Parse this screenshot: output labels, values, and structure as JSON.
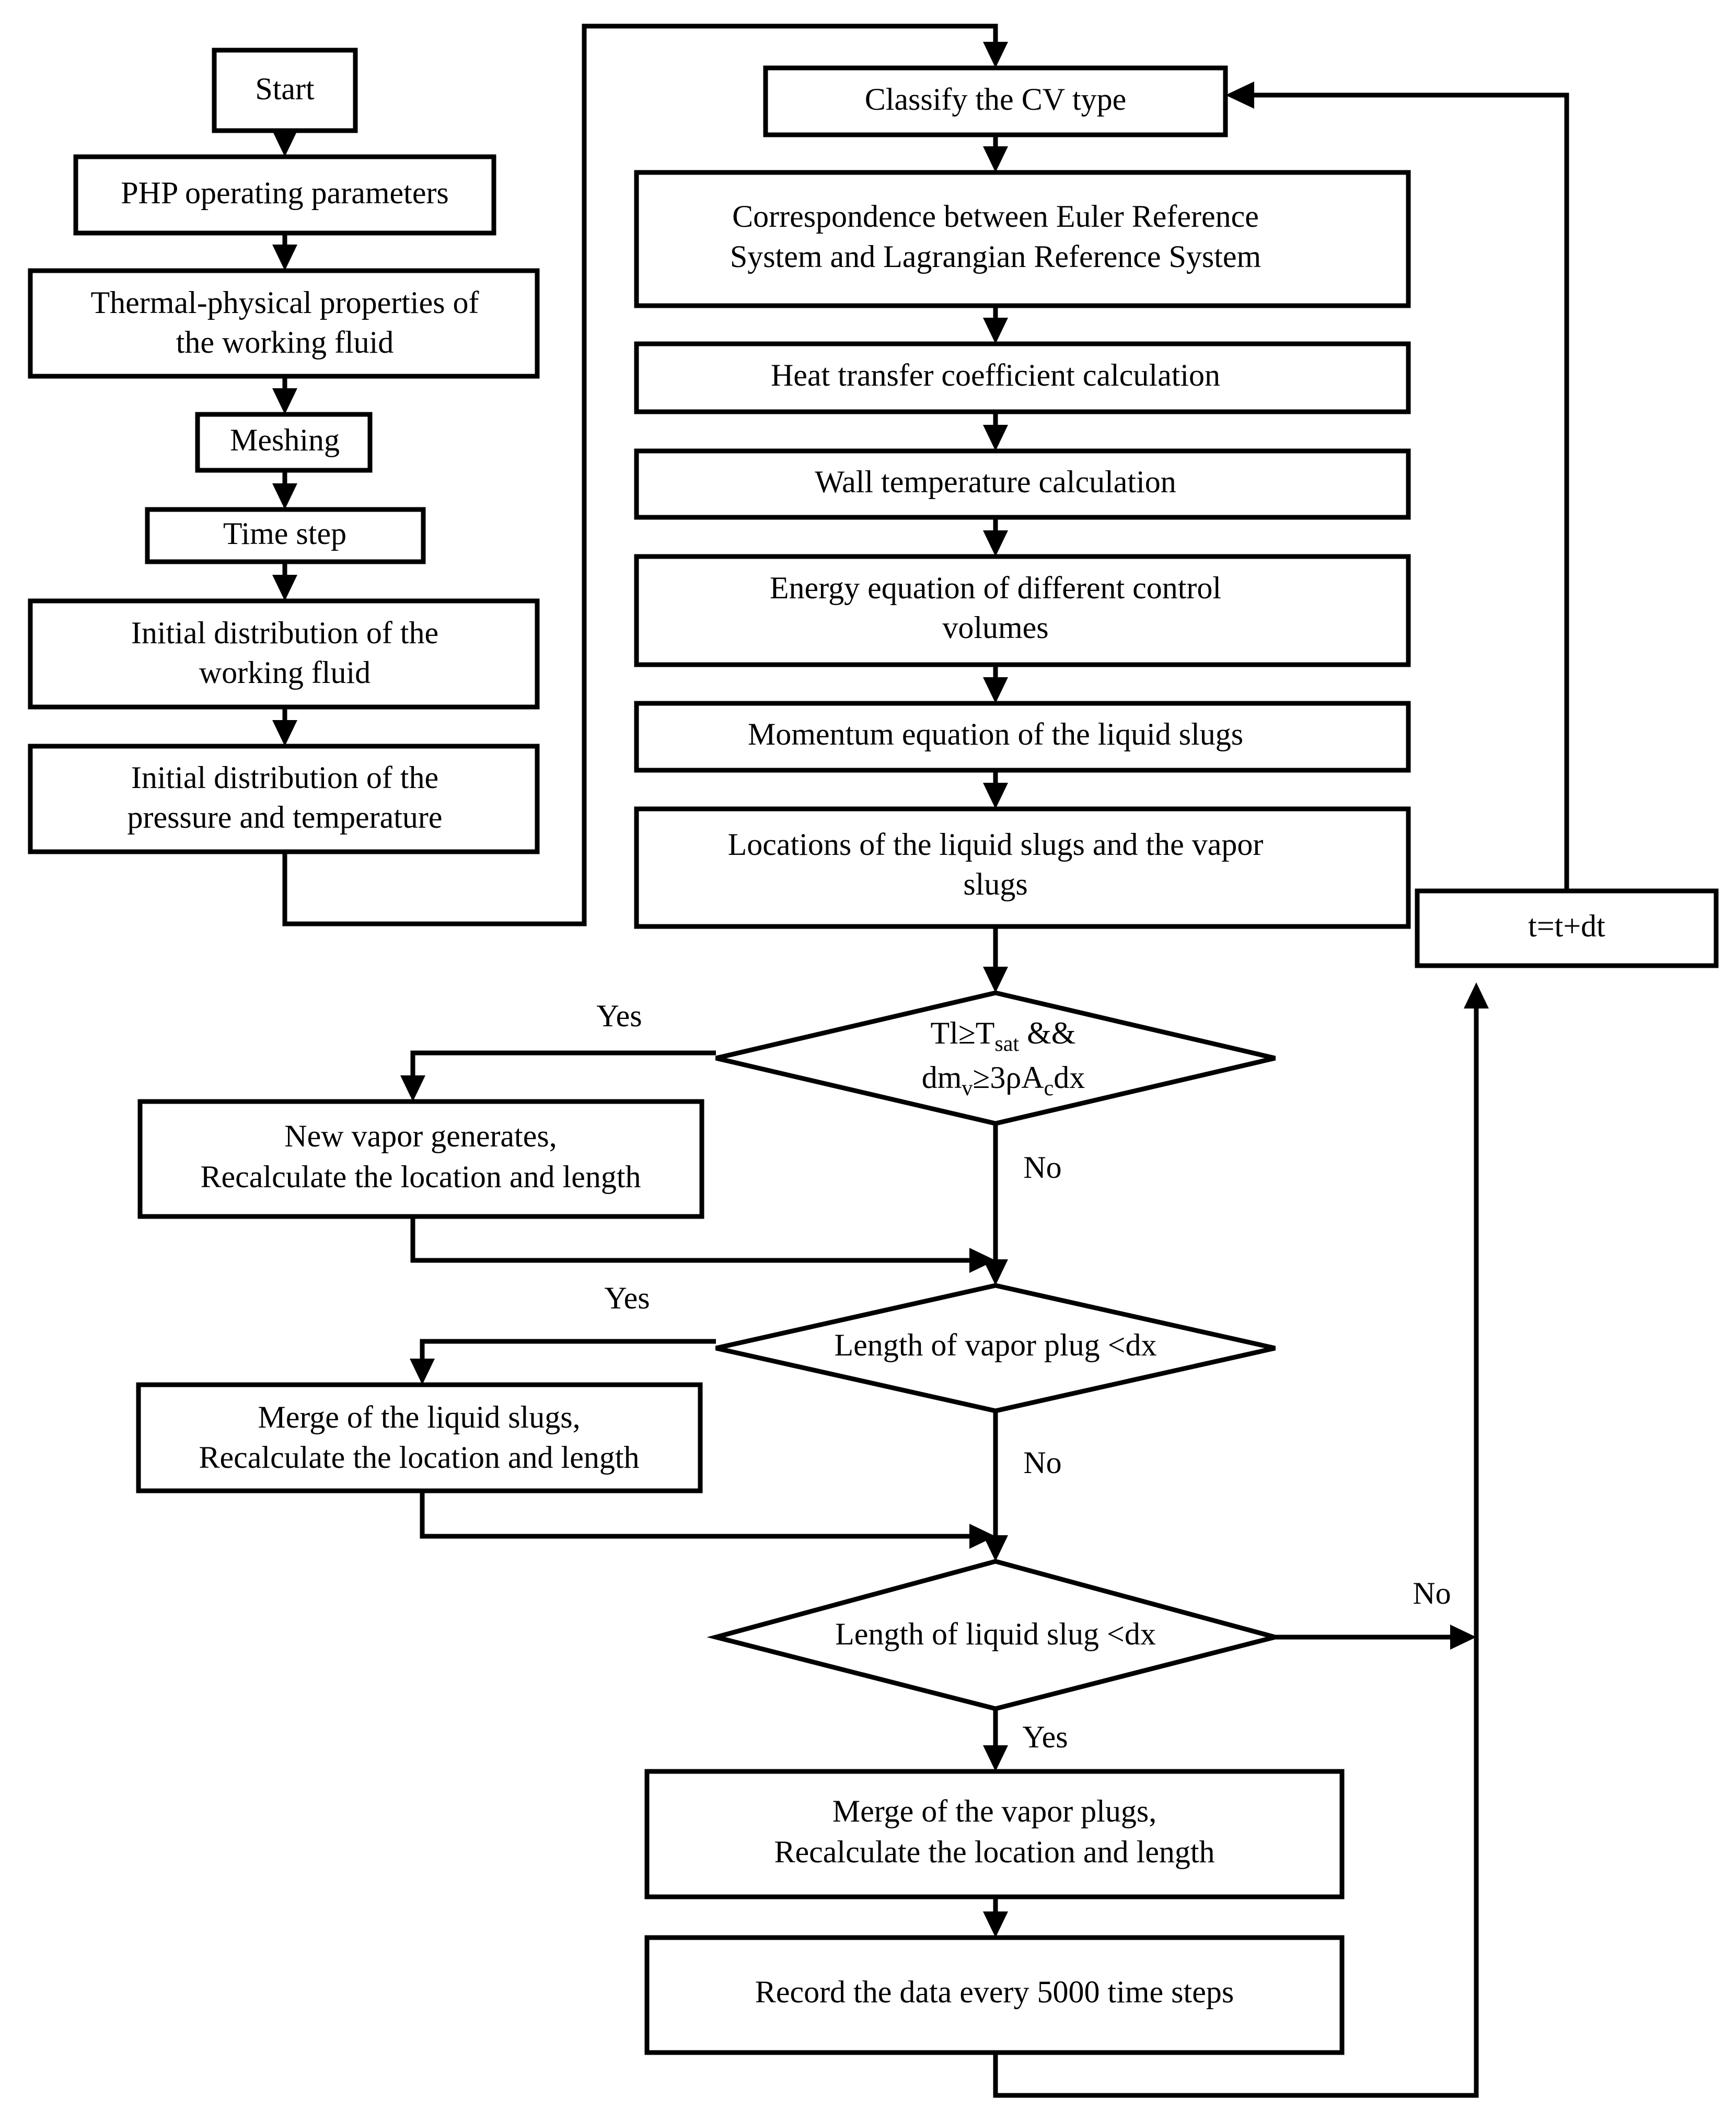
{
  "diagram": {
    "title": "PHP numerical simulation flowchart",
    "colors": {
      "background": "#ffffff",
      "stroke": "#000000",
      "fill": "#ffffff"
    },
    "nodes": {
      "start": {
        "label": "Start",
        "shape": "process"
      },
      "php_params": {
        "label": "PHP operating parameters",
        "shape": "process"
      },
      "thermal_props_l1": {
        "label": "Thermal-physical properties of",
        "shape": "process"
      },
      "thermal_props_l2": {
        "label": "the working fluid",
        "shape": "process"
      },
      "meshing": {
        "label": "Meshing",
        "shape": "process"
      },
      "time_step": {
        "label": "Time step",
        "shape": "process"
      },
      "init_fluid_l1": {
        "label": "Initial distribution of the",
        "shape": "process"
      },
      "init_fluid_l2": {
        "label": "working fluid",
        "shape": "process"
      },
      "init_pt_l1": {
        "label": "Initial distribution of the",
        "shape": "process"
      },
      "init_pt_l2": {
        "label": "pressure and temperature",
        "shape": "process"
      },
      "classify_cv": {
        "label": "Classify the CV type",
        "shape": "process"
      },
      "correspondence_l1": {
        "label": "Correspondence between Euler Reference",
        "shape": "process"
      },
      "correspondence_l2": {
        "label": "System and Lagrangian Reference System",
        "shape": "process"
      },
      "htc": {
        "label": "Heat transfer coefficient calculation",
        "shape": "process"
      },
      "wall_temp": {
        "label": "Wall temperature calculation",
        "shape": "process"
      },
      "energy_eq_l1": {
        "label": "Energy equation of different control",
        "shape": "process"
      },
      "energy_eq_l2": {
        "label": "volumes",
        "shape": "process"
      },
      "momentum_eq": {
        "label": "Momentum equation of the liquid slugs",
        "shape": "process"
      },
      "locations_l1": {
        "label": "Locations of the liquid slugs and the vapor",
        "shape": "process"
      },
      "locations_l2": {
        "label": "slugs",
        "shape": "process"
      },
      "time_advance": {
        "label": "t=t+dt",
        "shape": "process"
      },
      "decision_vapor_gen_l1_a": {
        "label": "Tl≥T",
        "shape": "decision"
      },
      "decision_vapor_gen_l1_sub": {
        "label": "sat",
        "shape": "decision"
      },
      "decision_vapor_gen_l1_b": {
        "label": " &&",
        "shape": "decision"
      },
      "decision_vapor_gen_l2_a": {
        "label": "dm",
        "shape": "decision"
      },
      "decision_vapor_gen_l2_sub": {
        "label": "v",
        "shape": "decision"
      },
      "decision_vapor_gen_l2_b": {
        "label": "≥3ρA",
        "shape": "decision"
      },
      "decision_vapor_gen_l2_sub2": {
        "label": "c",
        "shape": "decision"
      },
      "decision_vapor_gen_l2_c": {
        "label": "dx",
        "shape": "decision"
      },
      "new_vapor_l1": {
        "label": "New vapor generates,",
        "shape": "process"
      },
      "new_vapor_l2": {
        "label": "Recalculate the location and length",
        "shape": "process"
      },
      "decision_vapor_plug": {
        "label": "Length of vapor plug <dx",
        "shape": "decision"
      },
      "merge_liquid_l1": {
        "label": "Merge of the liquid slugs,",
        "shape": "process"
      },
      "merge_liquid_l2": {
        "label": "Recalculate the location and length",
        "shape": "process"
      },
      "decision_liquid_slug": {
        "label": "Length of liquid slug <dx",
        "shape": "decision"
      },
      "merge_vapor_l1": {
        "label": "Merge of the vapor plugs,",
        "shape": "process"
      },
      "merge_vapor_l2": {
        "label": "Recalculate the location and length",
        "shape": "process"
      },
      "record_data": {
        "label": "Record the data every 5000 time steps",
        "shape": "process"
      }
    },
    "edge_labels": {
      "yes_vapor_gen": "Yes",
      "no_vapor_gen": "No",
      "yes_vapor_plug": "Yes",
      "no_vapor_plug": "No",
      "no_liquid_slug": "No",
      "yes_liquid_slug": "Yes"
    }
  }
}
